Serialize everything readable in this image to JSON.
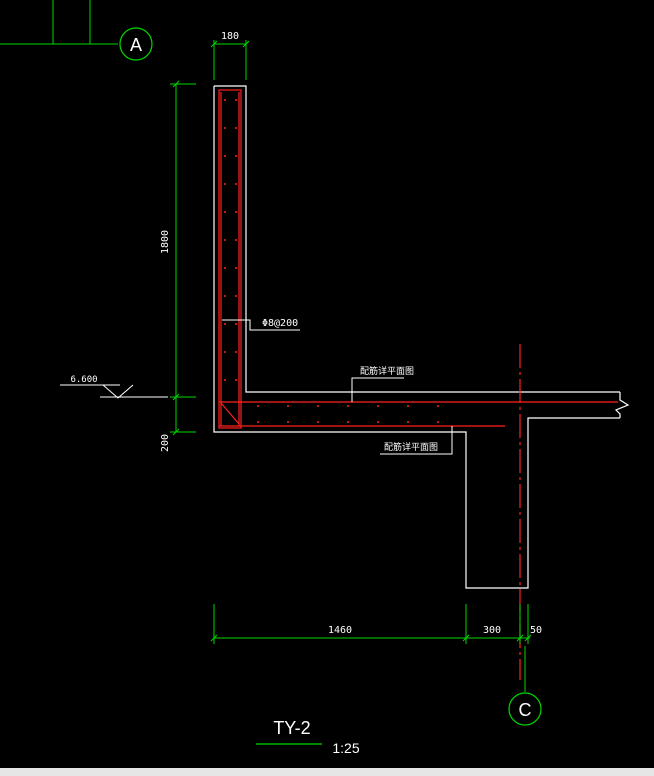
{
  "grid_labels": {
    "a": "A",
    "c": "C"
  },
  "dimensions": {
    "wall_thickness": "180",
    "wall_height": "1800",
    "bottom_slab": "200",
    "span_main": "1460",
    "span_mid": "300",
    "span_edge": "50"
  },
  "elevation": "6.600",
  "annotations": {
    "rebar_spec": "Φ8@200",
    "note_upper": "配筋详平面图",
    "note_lower": "配筋详平面图"
  },
  "title": {
    "name": "TY-2",
    "scale": "1:25"
  },
  "colors": {
    "dim": "#00d800",
    "white": "#ffffff",
    "red": "#ff2020"
  }
}
